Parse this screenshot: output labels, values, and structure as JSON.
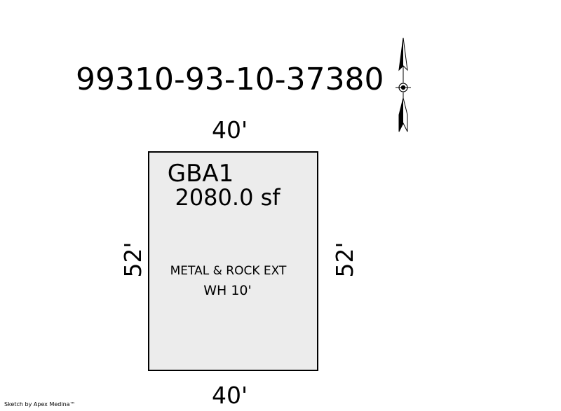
{
  "parcel": {
    "id": "99310-93-10-37380"
  },
  "building": {
    "code": "GBA1",
    "area": "2080.0 sf",
    "description_line1": "METAL & ROCK EXT",
    "description_line2": "WH 10'",
    "fill_color": "#ececec"
  },
  "dimensions": {
    "top": "40'",
    "bottom": "40'",
    "left": "52'",
    "right": "52'"
  },
  "compass": {
    "icon": "north-arrow-icon"
  },
  "footer": {
    "credit": "Sketch by Apex Medina™"
  }
}
